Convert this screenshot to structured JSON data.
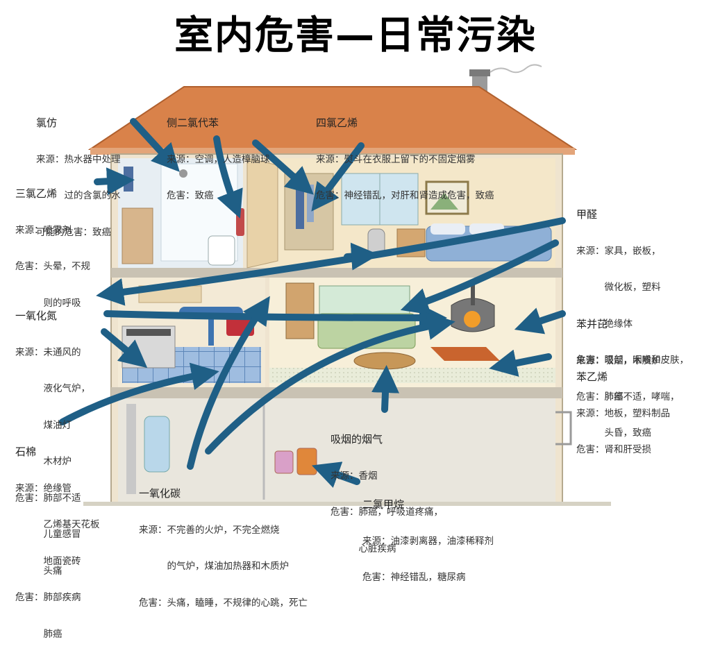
{
  "title": "室内危害—日常污染",
  "labels": {
    "chloroform": {
      "name": "氯仿",
      "lines": [
        "来源：热水器中处理",
        "　　　过的含氯的水",
        "可能的危害：致癌"
      ]
    },
    "paradichlorobenzene": {
      "name": "侧二氯代苯",
      "lines": [
        "来源：空调，人造樟脑球",
        "危害：致癌"
      ]
    },
    "tetrachloroethylene": {
      "name": "四氯乙烯",
      "lines": [
        "来源：熨斗在衣服上留下的不固定烟雾",
        "危害：神经错乱，对肝和肾造成危害，致癌"
      ]
    },
    "trichloroethylene": {
      "name": "三氯乙烯",
      "lines": [
        "来源：喷雾剂",
        "危害：头晕，不规",
        "　　　则的呼吸"
      ]
    },
    "formaldehyde": {
      "name": "甲醛",
      "lines": [
        "来源：家具，嵌板，",
        "　　　微化板，塑料",
        "　　　绝缘体",
        "危害：眼部，咽喉和皮肤，",
        "　　　肺部不适，哮喘，",
        "　　　头昏，致癌"
      ]
    },
    "nitric_oxide": {
      "name": "一氧化氮",
      "lines": [
        "来源：未通风的",
        "　　　液化气炉，",
        "　　　煤油灯",
        "　　　木材炉",
        "危害：肺部不适",
        "　　　儿童感冒",
        "　　　头痛"
      ]
    },
    "benzopyrene": {
      "name": "苯并芘",
      "lines": [
        "来源：吸烟，木质炉",
        "危害：肺癌"
      ]
    },
    "styrene": {
      "name": "苯乙烯",
      "lines": [
        "来源：地板，塑料制品",
        "危害：肾和肝受损"
      ]
    },
    "asbestos": {
      "name": "石棉",
      "lines": [
        "来源：绝缘管",
        "　　　乙烯基天花板",
        "　　　地面瓷砖",
        "危害：肺部疾病",
        "　　　肺癌"
      ]
    },
    "smoke": {
      "name": "吸烟的烟气",
      "lines": [
        "来源：香烟",
        "危害：肺癌，呼吸道疼痛，",
        "　　　心脏疾病"
      ]
    },
    "carbon_monoxide": {
      "name": "一氧化碳",
      "lines": [
        "来源：不完善的火炉，不完全燃烧",
        "　　　的气炉，煤油加热器和木质炉",
        "危害：头痛，瞌睡，不规律的心跳，死亡"
      ]
    },
    "dichloromethane": {
      "name": "二氯甲烷",
      "lines": [
        "来源：油漆剥离器，油漆稀释剂",
        "危害：神经错乱，糖尿病"
      ]
    }
  },
  "colors": {
    "roof": "#d9824a",
    "wall": "#f3e6cc",
    "arrow": "#1f5f86",
    "floor_blue": "#7fa9d6"
  }
}
